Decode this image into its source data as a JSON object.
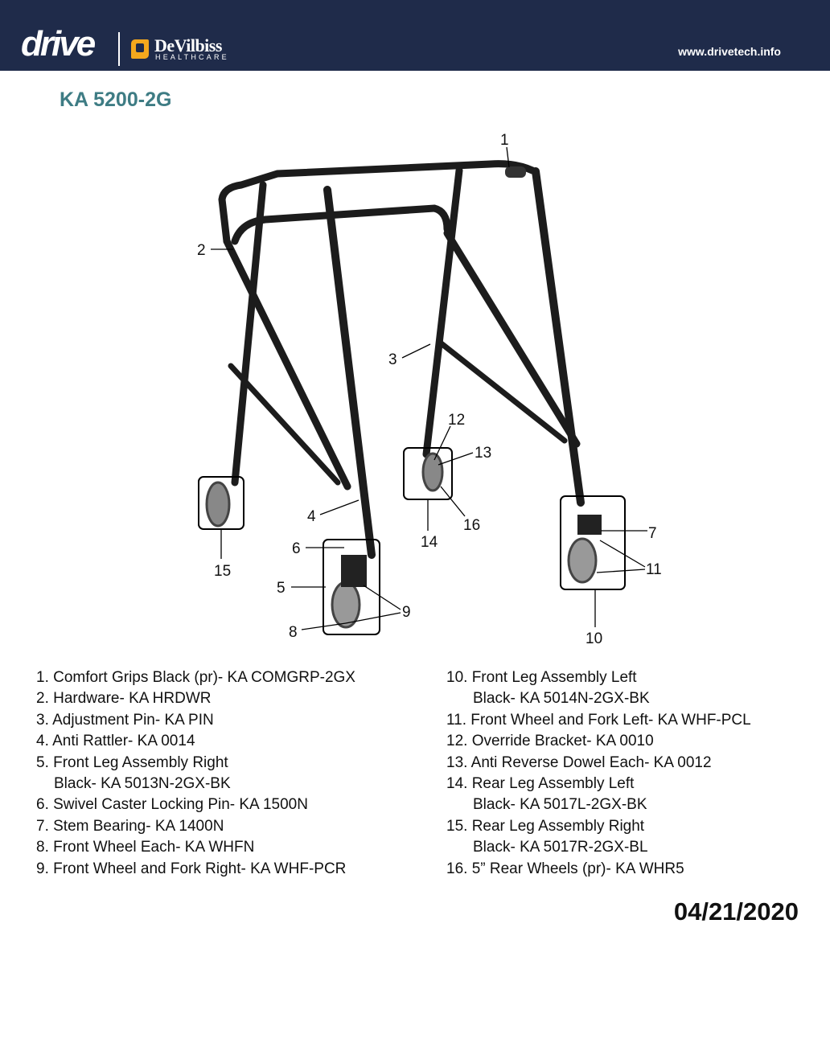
{
  "header": {
    "brand": "drive",
    "partner_brand": "DeVilbiss",
    "partner_sub": "HEALTHCARE",
    "url": "www.drivetech.info"
  },
  "title": "KA 5200-2G",
  "diagram": {
    "callouts": [
      "1",
      "2",
      "3",
      "4",
      "5",
      "6",
      "7",
      "8",
      "9",
      "10",
      "11",
      "12",
      "13",
      "14",
      "15",
      "16"
    ]
  },
  "parts_left": [
    {
      "line": "1. Comfort Grips Black (pr)- KA COMGRP-2GX"
    },
    {
      "line": "2. Hardware- KA HRDWR"
    },
    {
      "line": "3. Adjustment Pin- KA PIN"
    },
    {
      "line": "4. Anti Rattler- KA 0014"
    },
    {
      "line": "5. Front Leg Assembly Right",
      "cont": "Black- KA 5013N-2GX-BK"
    },
    {
      "line": "6. Swivel Caster Locking Pin- KA 1500N"
    },
    {
      "line": "7. Stem Bearing- KA 1400N"
    },
    {
      "line": "8. Front Wheel Each- KA WHFN"
    },
    {
      "line": "9. Front Wheel and Fork Right- KA WHF-PCR"
    }
  ],
  "parts_right": [
    {
      "line": "10. Front Leg Assembly Left",
      "cont": "Black- KA 5014N-2GX-BK"
    },
    {
      "line": "11. Front Wheel and Fork Left- KA WHF-PCL"
    },
    {
      "line": "12. Override Bracket- KA 0010"
    },
    {
      "line": "13. Anti Reverse Dowel Each- KA 0012"
    },
    {
      "line": "14. Rear Leg Assembly Left",
      "cont": "Black- KA 5017L-2GX-BK"
    },
    {
      "line": "15. Rear Leg Assembly Right",
      "cont": "Black- KA 5017R-2GX-BL"
    },
    {
      "line": "16. 5” Rear Wheels (pr)- KA WHR5"
    }
  ],
  "date": "04/21/2020",
  "colors": {
    "header_bg": "#1f2b4a",
    "title": "#3e7c84",
    "accent": "#f4a81d"
  }
}
